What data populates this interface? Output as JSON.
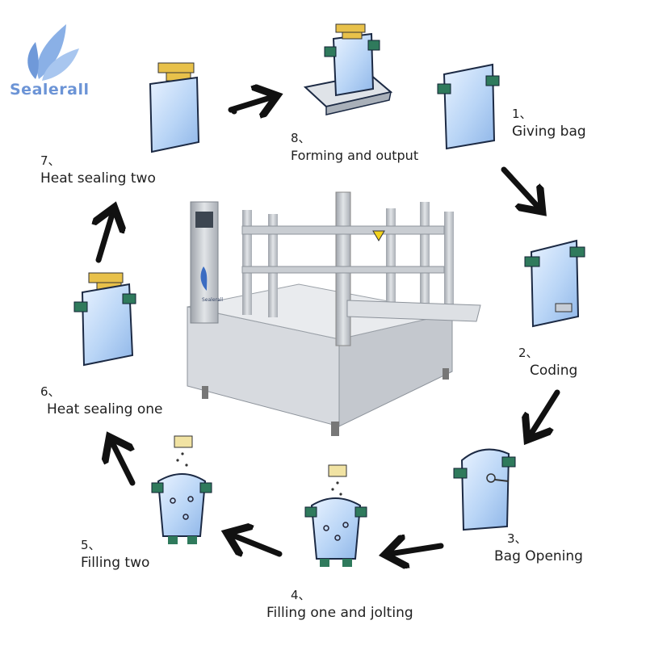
{
  "brand": {
    "name": "Sealerall",
    "color": "#6c94d6"
  },
  "machine": {
    "label": "Sealerall"
  },
  "steps": [
    {
      "num": "1、",
      "label": "Giving bag"
    },
    {
      "num": "2、",
      "label": "Coding"
    },
    {
      "num": "3、",
      "label": "Bag Opening"
    },
    {
      "num": "4、",
      "label": "Filling one and jolting"
    },
    {
      "num": "5、",
      "label": "Filling two"
    },
    {
      "num": "6、",
      "label": "Heat sealing one"
    },
    {
      "num": "7、",
      "label": "Heat sealing two"
    },
    {
      "num": "8、",
      "label": "Forming and output"
    }
  ],
  "colors": {
    "bag_fill": "#cfe3fb",
    "bag_stroke": "#1c2a44",
    "clip": "#2f7a5c",
    "cap": "#e8c14a",
    "arrow": "#111111",
    "machine": "#b9bec5"
  }
}
